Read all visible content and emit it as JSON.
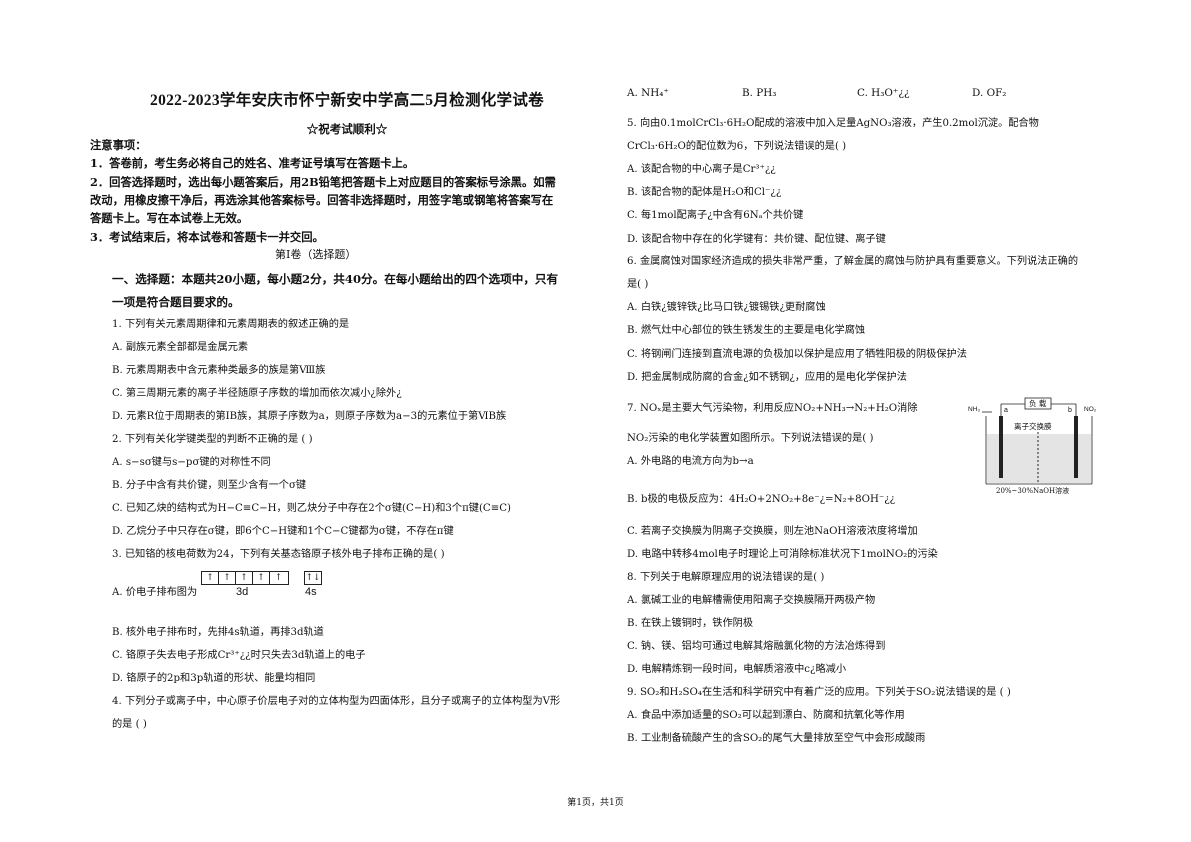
{
  "title": "2022-2023学年安庆市怀宁新安中学高二5月检测化学试卷",
  "wish": "☆祝考试顺利☆",
  "notice_head": "注意事项：",
  "notices": [
    "1．答卷前，考生务必将自己的姓名、准考证号填写在答题卡上。",
    "2．回答选择题时，选出每小题答案后，用2B铅笔把答题卡上对应题目的答案标号涂黑。如需",
    "改动，用橡皮擦干净后，再选涂其他答案标号。回答非选择题时，用签字笔或钢笔将答案写在",
    "答题卡上。写在本试卷上无效。",
    "3．考试结束后，将本试卷和答题卡一并交回。"
  ],
  "part": "第Ⅰ卷（选择题）",
  "section_1": "一、选择题：本题共20小题，每小题2分，共40分。在每小题给出的四个选项中，只有",
  "section_2": "一项是符合题目要求的。",
  "left_lines": [
    "1. 下列有关元素周期律和元素周期表的叙述正确的是",
    "A. 副族元素全部都是金属元素",
    "B. 元素周期表中含元素种类最多的族是第Ⅷ族",
    "C. 第三周期元素的离子半径随原子序数的增加而依次减小¿除外¿",
    "D. 元素R位于周期表的第ⅠB族，其原子序数为a，则原子序数为a−3的元素位于第ⅥB族",
    "2. 下列有关化学键类型的判断不正确的是 (    )",
    "A. s−sσ键与s−pσ键的对称性不同",
    "B. 分子中含有共价键，则至少含有一个σ键",
    "C. 已知乙炔的结构式为H−C≡C−H，则乙炔分子中存在2个σ键(C−H)和3个π键(C≡C)",
    "D. 乙烷分子中只存在σ键，即6个C−H键和1个C−C键都为σ键，不存在π键",
    "3. 已知铬的核电荷数为24，下列有关基态铬原子核外电子排布正确的是(    )"
  ],
  "q3a_label": "A. 价电子排布图为",
  "orbital_3d": [
    "↑",
    "↑",
    "↑",
    "↑",
    "↑"
  ],
  "orbital_4s": "↑↓",
  "label_3d": "3d",
  "label_4s": "4s",
  "left_lines_2": [
    "B. 核外电子排布时，先排4s轨道，再排3d轨道",
    "C. 铬原子失去电子形成Cr³⁺¿¿时只失去3d轨道上的电子",
    "D. 铬原子的2p和3p轨道的形状、能量均相同",
    "4. 下列分子或离子中，中心原子价层电子对的立体构型为四面体形，且分子或离子的立体构型为V形",
    "的是 (    )"
  ],
  "q4_opts": [
    "A. NH₄⁺",
    "B. PH₃",
    "C. H₃O⁺¿¿",
    "D. OF₂"
  ],
  "right_lines": [
    "5. 向由0.1molCrCl₃·6H₂O配成的溶液中加入足量AgNO₃溶液，产生0.2mol沉淀。配合物",
    "CrCl₃·6H₂O的配位数为6，下列说法错误的是(    )",
    "A. 该配合物的中心离子是Cr³⁺¿¿",
    "B. 该配合物的配体是H₂O和Cl⁻¿¿",
    "C. 每1mol配离子¿中含有6Nₐ个共价键",
    "D. 该配合物中存在的化学键有：共价键、配位键、离子键",
    "6. 金属腐蚀对国家经济造成的损失非常严重，了解金属的腐蚀与防护具有重要意义。下列说法正确的",
    "是(    )",
    "A. 白铁¿镀锌铁¿比马口铁¿镀锡铁¿更耐腐蚀",
    "B. 燃气灶中心部位的铁生锈发生的主要是电化学腐蚀",
    "C. 将钢闸门连接到直流电源的负极加以保护是应用了牺牲阳极的阴极保护法",
    "D. 把金属制成防腐的合金¿如不锈钢¿，应用的是电化学保护法",
    "7. NOₓ是主要大气污染物，利用反应NO₂+NH₃→N₂+H₂O消除",
    "NO₂污染的电化学装置如图所示。下列说法错误的是(    )",
    "A. 外电路的电流方向为b→a",
    "B. b极的电极反应为：4H₂O+2NO₂+8e⁻¿=N₂+8OH⁻¿¿",
    "C. 若离子交换膜为阴离子交换膜，则左池NaOH溶液浓度将增加",
    "D. 电路中转移4mol电子时理论上可消除标准状况下1molNO₂的污染",
    "8. 下列关于电解原理应用的说法错误的是(    )",
    "A. 氯碱工业的电解槽需使用阳离子交换膜隔开两极产物",
    "B. 在铁上镀铜时，铁作阴极",
    "C. 钠、镁、铝均可通过电解其熔融氯化物的方法冶炼得到",
    "D. 电解精炼铜一段时间，电解质溶液中c¿略减小",
    "9. SO₂和H₂SO₄在生活和科学研究中有着广泛的应用。下列关于SO₂说法错误的是 (    )",
    "A. 食品中添加适量的SO₂可以起到漂白、防腐和抗氧化等作用",
    "B. 工业制备硫酸产生的含SO₂的尾气大量排放至空气中会形成酸雨"
  ],
  "diagram": {
    "load": "负 载",
    "membrane": "离子交换膜",
    "left_gas": "NH₃",
    "right_gas": "NO₂",
    "electrode_a": "a",
    "electrode_b": "b",
    "solution": "20%~30%NaOH溶液"
  },
  "footer": "第1页，共1页"
}
